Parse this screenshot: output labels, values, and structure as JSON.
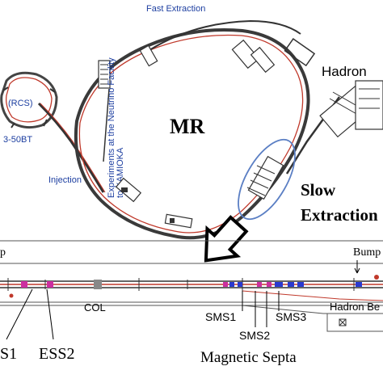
{
  "diagram": {
    "labels": {
      "fast_extraction": "Fast Extraction",
      "hadron": "Hadron",
      "mr": "MR",
      "rcs": "(RCS)",
      "bt": "3-50BT",
      "neutrino_line1": "Experiments at the Neutrino Facility",
      "neutrino_line2": "to KAMIOKA",
      "injection": "Injection",
      "slow": "Slow",
      "extraction": "Extraction",
      "bump_left": "p",
      "bump_right": "Bump",
      "col": "COL",
      "sms1": "SMS1",
      "sms2": "SMS2",
      "sms3": "SMS3",
      "hadron_beam": "Hadron Be",
      "ess1": "S1",
      "ess2": "ESS2",
      "magnetic_septa": "Magnetic Septa"
    },
    "colors": {
      "beamline": "#c0392b",
      "label_blue": "#1c3ea0",
      "highlight_ellipse": "#5b7fc4",
      "magnet_magenta": "#cc2fa0",
      "magnet_blue": "#2a3ad0"
    }
  }
}
